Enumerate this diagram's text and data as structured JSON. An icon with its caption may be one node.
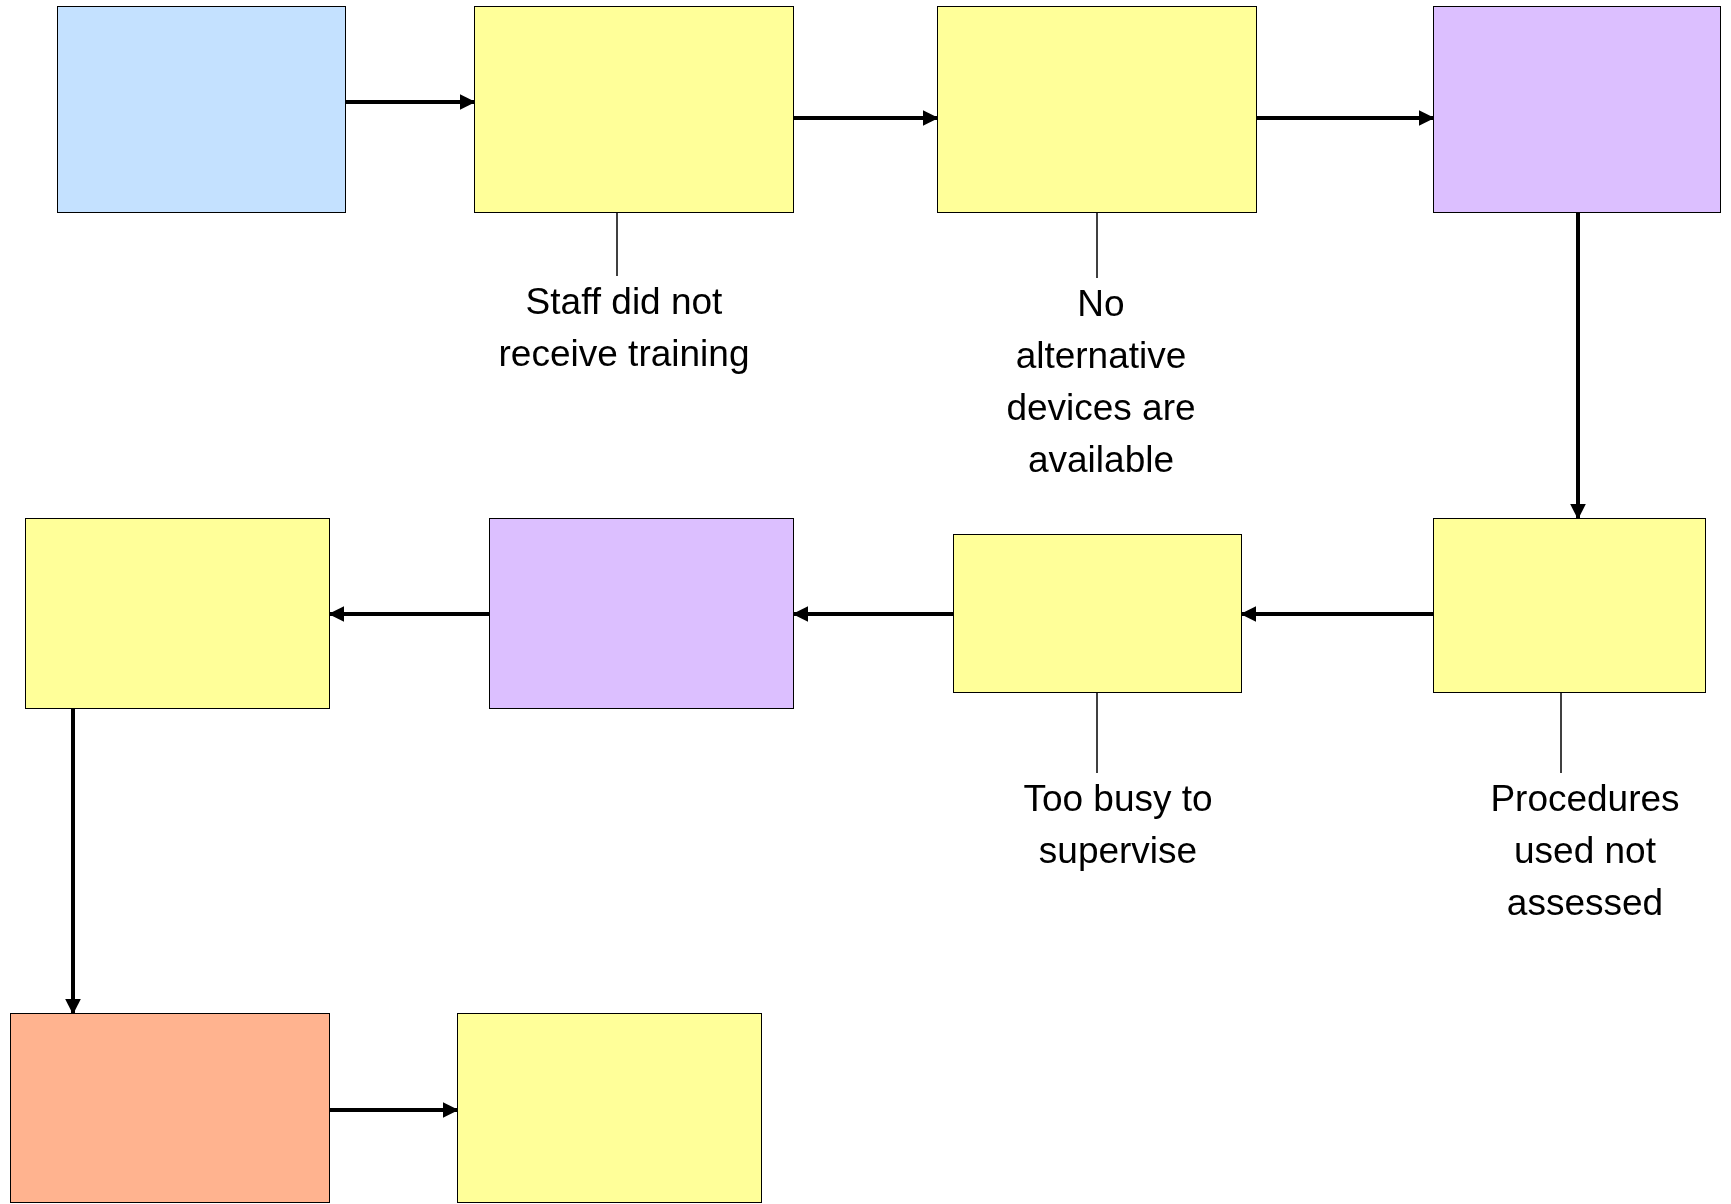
{
  "diagram": {
    "nodes": [
      {
        "text": [],
        "shape": "box"
      },
      {
        "text": [],
        "shape": "box"
      },
      {
        "text": [],
        "shape": "box"
      },
      {
        "text": [],
        "shape": "box"
      },
      {
        "text": [],
        "shape": "box"
      },
      {
        "text": [],
        "shape": "box"
      },
      {
        "text": [],
        "shape": "box"
      },
      {
        "text": [],
        "shape": "box"
      },
      {
        "text": [],
        "shape": "box"
      },
      {
        "text": [],
        "shape": "box"
      },
      {
        "text": [
          "Staff did not receive training"
        ]
      },
      {
        "text": [
          "No alternative devices are available"
        ]
      },
      {
        "text": [
          "Too busy to supervise"
        ]
      },
      {
        "text": [
          "Procedures used not assessed"
        ]
      }
    ],
    "edges": [
      {
        "from": 0,
        "to": 1,
        "arrow": "to"
      },
      {
        "from": 1,
        "to": 2,
        "arrow": "to"
      },
      {
        "from": 2,
        "to": 3,
        "arrow": "to"
      },
      {
        "from": 3,
        "to": 4,
        "arrow": "to"
      },
      {
        "from": 4,
        "to": 5,
        "arrow": "to"
      },
      {
        "from": 5,
        "to": 6,
        "arrow": "to"
      },
      {
        "from": 6,
        "to": 7,
        "arrow": "to"
      },
      {
        "from": 7,
        "to": 8,
        "arrow": "to"
      },
      {
        "from": 8,
        "to": 9,
        "arrow": "to"
      },
      {
        "from": 1,
        "to": 10,
        "arrow": "none"
      },
      {
        "from": 2,
        "to": 11,
        "arrow": "none"
      },
      {
        "from": 5,
        "to": 12,
        "arrow": "none"
      },
      {
        "from": 4,
        "to": 13,
        "arrow": "none"
      }
    ]
  }
}
